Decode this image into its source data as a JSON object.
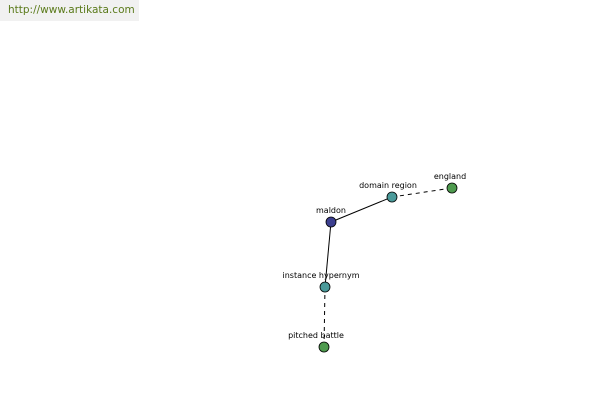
{
  "header": {
    "url": "http://www.artikata.com"
  },
  "colors": {
    "center_node": "#3c3f8f",
    "relation_node": "#4a9a9a",
    "leaf_node": "#4e9a4e"
  },
  "graph": {
    "nodes": [
      {
        "id": "maldon",
        "label": "maldon",
        "kind": "center"
      },
      {
        "id": "domain-region",
        "label": "domain region",
        "kind": "relation"
      },
      {
        "id": "england",
        "label": "england",
        "kind": "leaf"
      },
      {
        "id": "instance-hypernym",
        "label": "instance hypernym",
        "kind": "relation"
      },
      {
        "id": "pitched-battle",
        "label": "pitched battle",
        "kind": "leaf"
      }
    ],
    "edges": [
      {
        "from": "maldon",
        "to": "domain-region",
        "style": "solid"
      },
      {
        "from": "domain-region",
        "to": "england",
        "style": "dashed"
      },
      {
        "from": "maldon",
        "to": "instance-hypernym",
        "style": "solid"
      },
      {
        "from": "instance-hypernym",
        "to": "pitched-battle",
        "style": "dashed"
      }
    ]
  }
}
